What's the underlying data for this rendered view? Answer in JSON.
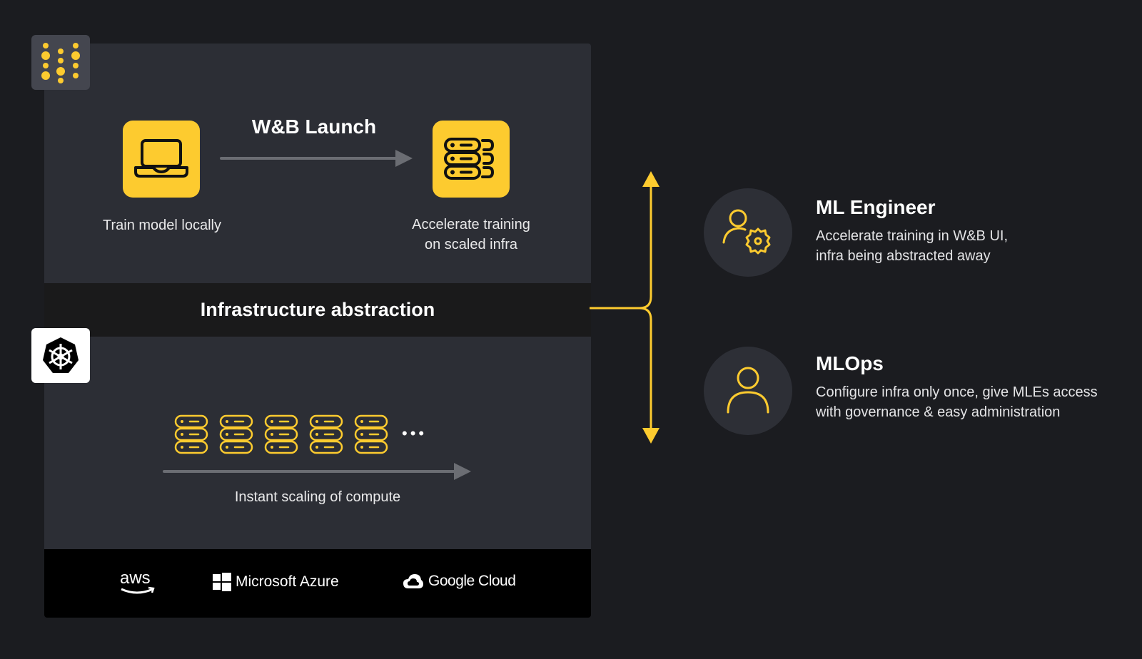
{
  "colors": {
    "background": "#1b1c20",
    "panel": "#2c2e35",
    "band": "#1a1a1b",
    "accent": "#fdcb2f",
    "arrow_gray": "#6b6d73"
  },
  "logos": {
    "wandb": "wandb-logo",
    "kubernetes": "kubernetes-logo"
  },
  "launch": {
    "title": "W&B Launch",
    "source": {
      "icon": "laptop-icon",
      "caption": "Train model locally"
    },
    "target": {
      "icon": "server-stack-icon",
      "caption_line1": "Accelerate training",
      "caption_line2": "on scaled infra"
    }
  },
  "abstraction": {
    "label": "Infrastructure abstraction"
  },
  "scaling": {
    "server_count": 5,
    "more_indicator": "•••",
    "caption": "Instant scaling of compute"
  },
  "clouds": [
    {
      "name": "aws",
      "label": "aws"
    },
    {
      "name": "microsoft-azure",
      "label": "Microsoft Azure"
    },
    {
      "name": "google-cloud",
      "label": "Google Cloud"
    }
  ],
  "roles": [
    {
      "title": "ML Engineer",
      "icon": "user-gear-icon",
      "desc_line1": "Accelerate training in W&B UI,",
      "desc_line2": "infra being abstracted away"
    },
    {
      "title": "MLOps",
      "icon": "user-icon",
      "desc_line1": "Configure infra only once, give MLEs access",
      "desc_line2": "with governance & easy administration"
    }
  ]
}
